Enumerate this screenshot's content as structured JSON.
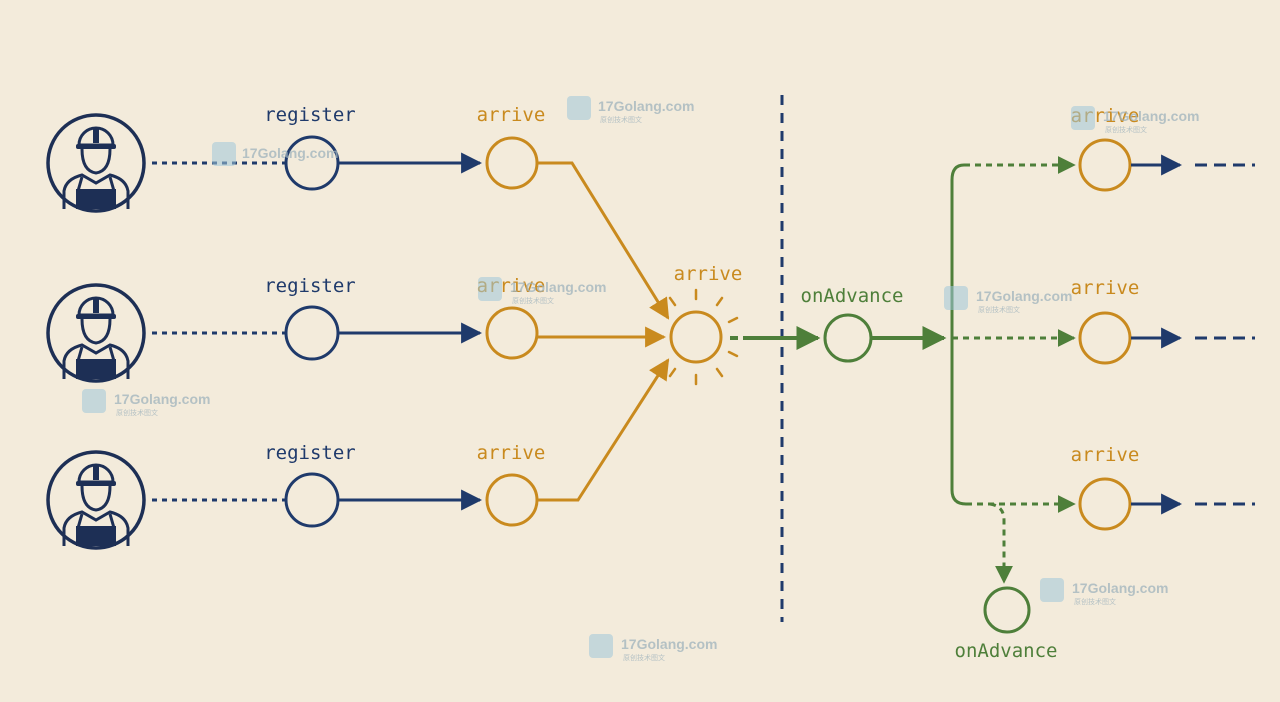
{
  "labels": {
    "register": "register",
    "arrive": "arrive",
    "on_advance": "onAdvance"
  },
  "watermark": {
    "text": "17Golang.com",
    "subtitle": "原创技术图文"
  },
  "colors": {
    "background": "#f3ebdb",
    "navy": "#1f3a6b",
    "orange": "#c98a1e",
    "green": "#4e7f3a",
    "worker": "#1d2f55"
  },
  "icons": [
    "worker-avatar-icon",
    "burst-icon",
    "watermark-logo-icon"
  ]
}
